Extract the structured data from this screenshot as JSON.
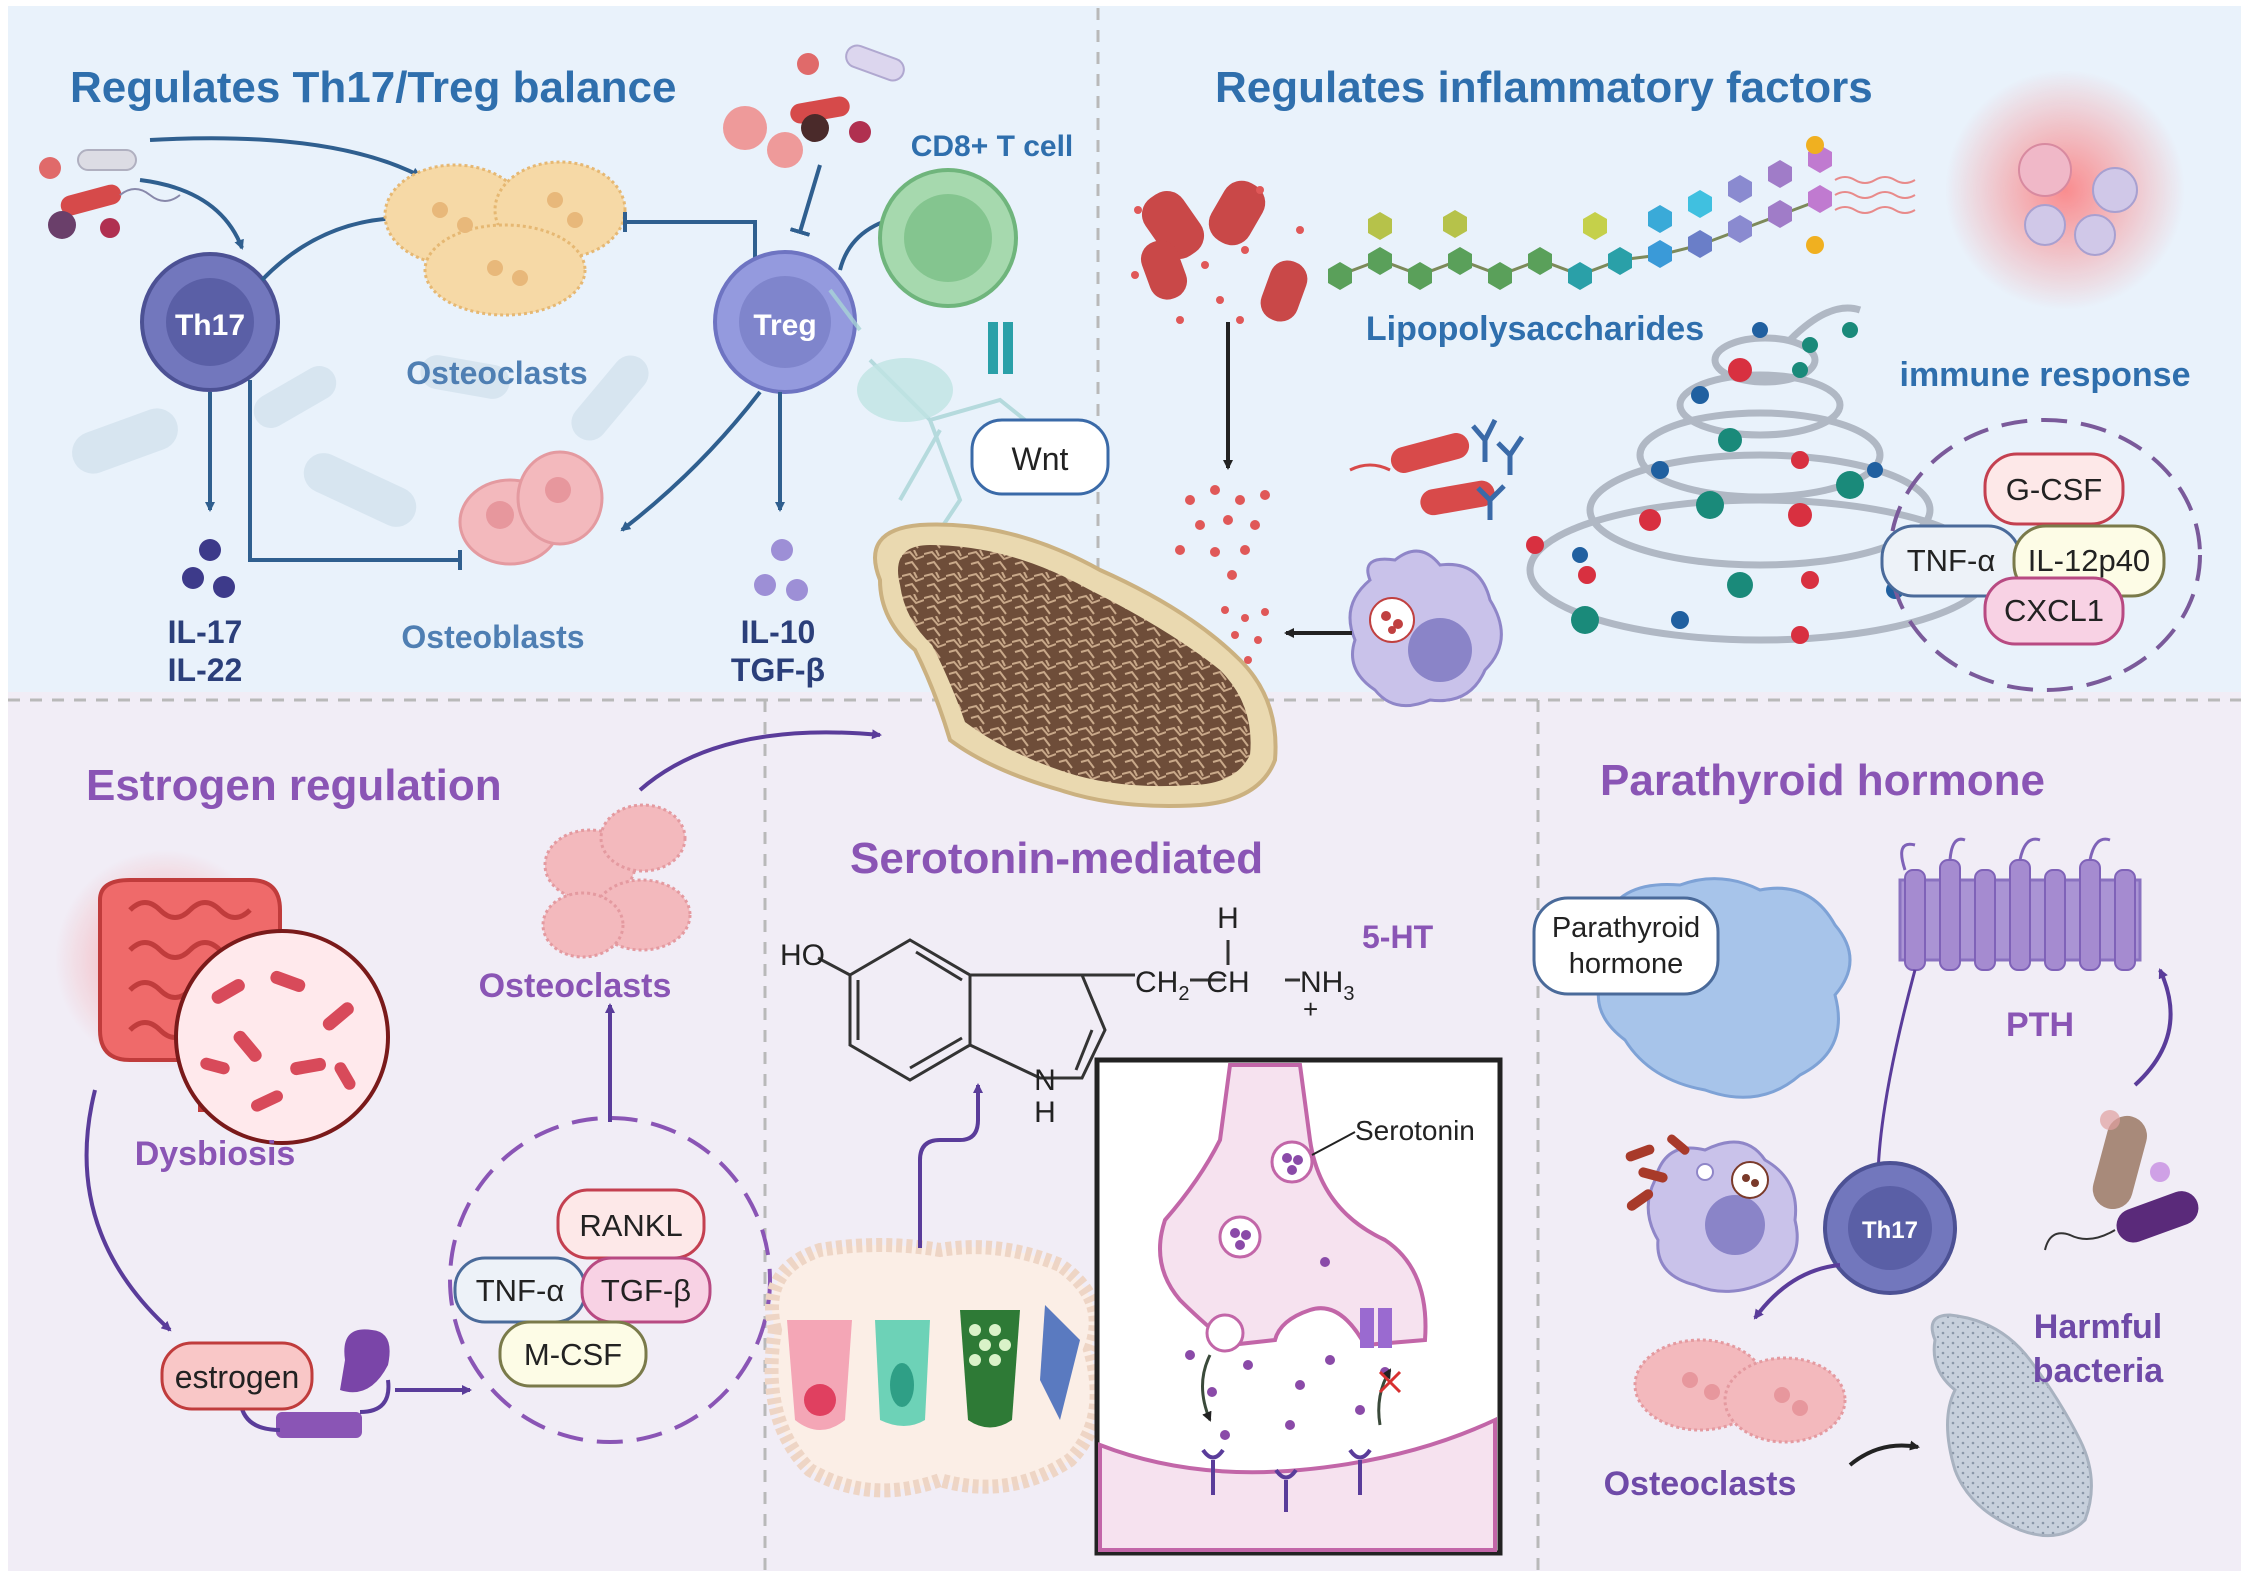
{
  "panels": {
    "th17_treg": {
      "title": "Regulates Th17/Treg balance",
      "th17": "Th17",
      "treg": "Treg",
      "cd8": "CD8+ T cell",
      "osteoclasts": "Osteoclasts",
      "osteoblasts": "Osteoblasts",
      "il17": "IL-17",
      "il22": "IL-22",
      "il10": "IL-10",
      "tgfb": "TGF-β",
      "wnt": "Wnt"
    },
    "inflammatory": {
      "title": "Regulates inflammatory factors",
      "lps": "Lipopolysaccharides",
      "immune": "immune response",
      "gcsf": "G-CSF",
      "tnfa": "TNF-α",
      "il12p40": "IL-12p40",
      "cxcl1": "CXCL1"
    },
    "estrogen": {
      "title": "Estrogen regulation",
      "dysbiosis": "Dysbiosis",
      "estrogen": "estrogen",
      "osteoclasts": "Osteoclasts",
      "rankl": "RANKL",
      "tnfa": "TNF-α",
      "tgfb": "TGF-β",
      "mcsf": "M-CSF"
    },
    "serotonin": {
      "title": "Serotonin-mediated",
      "ht": "5-HT",
      "serotonin": "Serotonin",
      "ho": "HO",
      "ch2": "CH",
      "ch2_sub": "2",
      "ch": "CH",
      "nh3": "NH",
      "nh3_sub": "3",
      "plus": "+",
      "h_top": "H",
      "n": "N",
      "h_bottom": "H"
    },
    "pth": {
      "title": "Parathyroid hormone",
      "parathyroid": "Parathyroid",
      "hormone": "hormone",
      "pth": "PTH",
      "th17": "Th17",
      "osteoclasts": "Osteoclasts",
      "harmful1": "Harmful",
      "harmful2": "bacteria"
    }
  },
  "colors": {
    "top_bg": "#e9f2fb",
    "bottom_bg": "#f1edf6",
    "blue_title": "#2f6fad",
    "purple_title": "#8a55b5",
    "th17_cell": "#6f74b8",
    "treg_cell": "#8d93d6",
    "cd8_cell": "#7fc48f",
    "osteoclast": "#f6d9a6",
    "pink_cell": "#f3b9bd",
    "bone": "#7d5a45",
    "divider": "#b9b9b9"
  }
}
